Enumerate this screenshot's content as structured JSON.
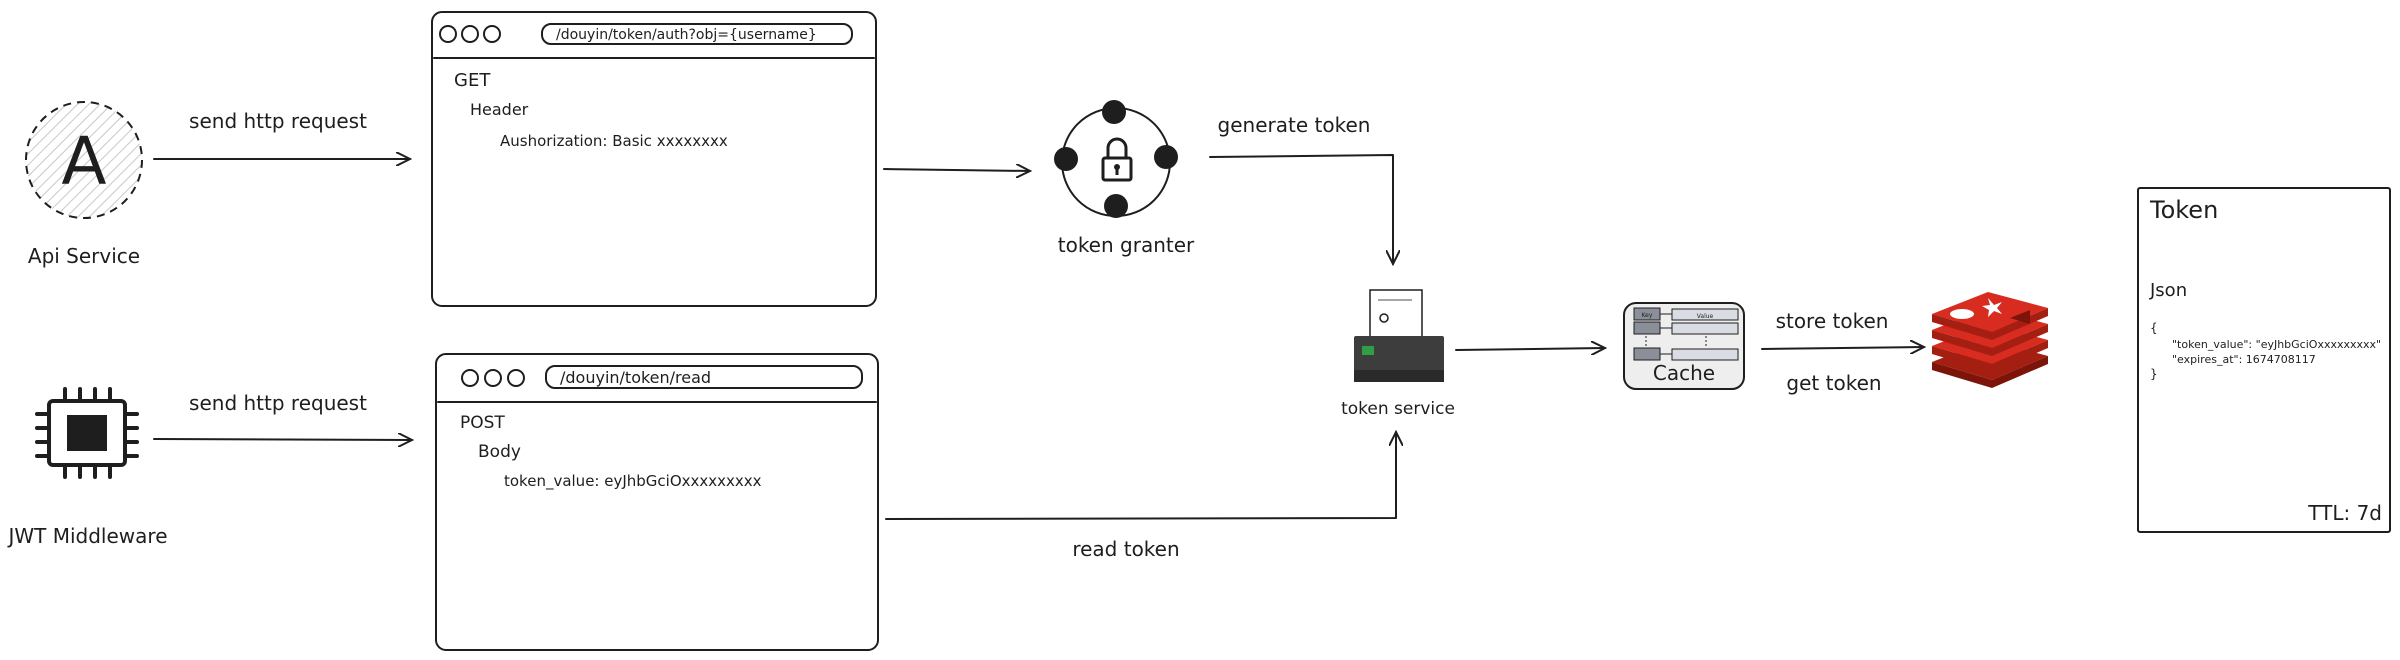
{
  "api_service": {
    "glyph": "A",
    "label": "Api Service"
  },
  "jwt_middleware": {
    "label": "JWT Middleware"
  },
  "arrows": {
    "send_request_top": "send http request",
    "send_request_bottom": "send http request",
    "generate_token": "generate token",
    "read_token": "read token",
    "store_token": "store token",
    "get_token": "get token"
  },
  "auth_window": {
    "url": "/douyin/token/auth?obj={username}",
    "method": "GET",
    "section": "Header",
    "field": "Aushorization: Basic xxxxxxxx"
  },
  "read_window": {
    "url": "/douyin/token/read",
    "method": "POST",
    "section": "Body",
    "field": "token_value: eyJhbGciOxxxxxxxxx"
  },
  "token_granter": {
    "label": "token granter"
  },
  "token_service": {
    "label": "token service"
  },
  "cache": {
    "label": "Cache",
    "key_text": "Key",
    "value_text": "Value"
  },
  "token_card": {
    "title": "Token",
    "subtitle": "Json",
    "json_open": "{",
    "json_line1": "\"token_value\": \"eyJhbGciOxxxxxxxxx\"",
    "json_line2": "\"expires_at\": 1674708117",
    "json_close": "}",
    "ttl": "TTL: 7d"
  },
  "colors": {
    "ink": "#1e1e1e",
    "redis_red": "#d82c20",
    "redis_dark": "#a41e11",
    "printer_gray": "#3d3d3d",
    "printer_green": "#2f9e44",
    "cache_bg": "#eeeeee"
  }
}
